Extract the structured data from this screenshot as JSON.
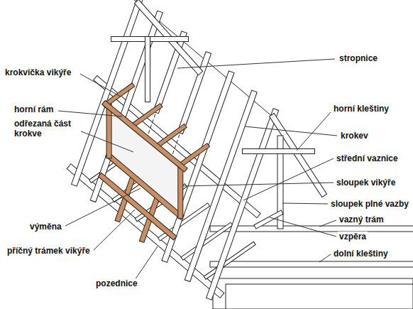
{
  "diagram": {
    "labels": [
      "krokvička vikýře",
      "horní rám",
      "odřezaná část krokve",
      "výměna",
      "příčný trámek vikýře",
      "pozednice",
      "stropnice",
      "horní kleštiny",
      "krokev",
      "střední vaznice",
      "sloupek vikýře",
      "sloupek plné vazby",
      "vazný trám",
      "vzpěra",
      "dolní kleštiny"
    ]
  }
}
